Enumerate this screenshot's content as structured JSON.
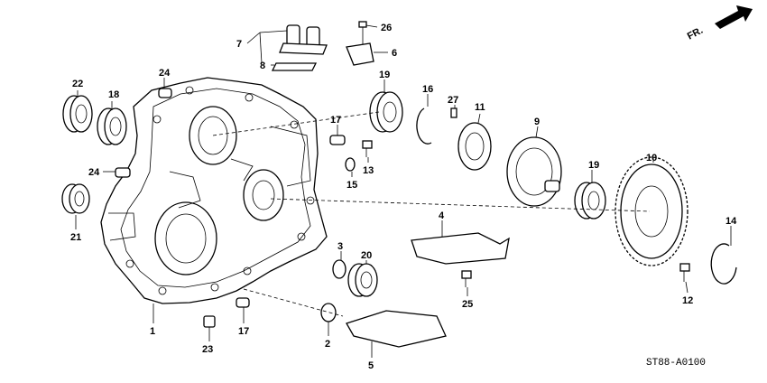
{
  "diagram": {
    "code": "ST88-A0100",
    "direction": "FR.",
    "callouts": [
      "1",
      "2",
      "3",
      "4",
      "5",
      "6",
      "7",
      "8",
      "9",
      "10",
      "11",
      "12",
      "13",
      "14",
      "15",
      "16",
      "17",
      "17",
      "18",
      "19",
      "19",
      "20",
      "21",
      "22",
      "23",
      "24",
      "24",
      "25",
      "26",
      "27"
    ]
  }
}
